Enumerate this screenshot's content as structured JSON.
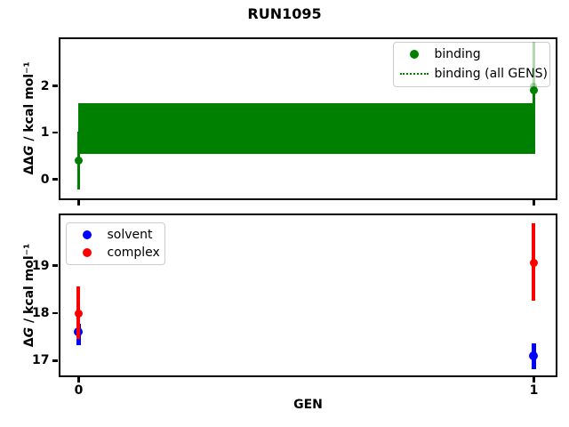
{
  "title": "RUN1095",
  "colors": {
    "binding": "#008000",
    "binding_faded": "rgba(0,128,0,0.3)",
    "solvent": "#0000ff",
    "complex": "#ff0000",
    "spine": "#000000",
    "legend_border": "#cccccc"
  },
  "top_plot": {
    "ylabel": {
      "sym_prefix": "ΔΔ",
      "sym_var": "G",
      "unit": " / kcal mol⁻¹"
    },
    "legend": {
      "items": [
        {
          "label": "binding",
          "marker": "dot"
        },
        {
          "label": "binding (all GENS)",
          "marker": "dotted-line"
        }
      ]
    }
  },
  "bottom_plot": {
    "ylabel": {
      "sym_prefix": "Δ",
      "sym_var": "G",
      "unit": " / kcal mol⁻¹"
    },
    "xlabel": "GEN",
    "legend": {
      "items": [
        {
          "label": "solvent",
          "marker": "dot"
        },
        {
          "label": "complex",
          "marker": "dot"
        }
      ]
    }
  },
  "chart_data": [
    {
      "type": "scatter",
      "subplot": "top",
      "title": "RUN1095",
      "xlabel": "",
      "ylabel": "ΔΔG / kcal mol⁻¹",
      "xlim": [
        -0.041,
        1.047
      ],
      "ylim": [
        -0.4,
        3.01
      ],
      "xticks": [
        0,
        1
      ],
      "xticklabels": [],
      "yticks": [
        0,
        1,
        2
      ],
      "yticklabels": [
        "0",
        "1",
        "2"
      ],
      "grid": false,
      "legend_position": "upper right",
      "series": [
        {
          "name": "binding (all GENS)",
          "type": "band",
          "color": "#008000",
          "x_range": [
            0,
            1
          ],
          "y_lo": 0.55,
          "y_hi": 1.62,
          "center": 1.08
        },
        {
          "name": "binding",
          "type": "errorbar",
          "color": "#008000",
          "points": [
            {
              "x": 0,
              "y": 0.4,
              "err_lo": 0.62,
              "err_hi": 0.62,
              "z": 2
            },
            {
              "x": 1,
              "y": 1.91,
              "err_lo": 1.36,
              "err_hi": 0.0,
              "z": 4
            }
          ]
        },
        {
          "name": "binding-faded",
          "type": "errorbar",
          "color": "rgba(0,128,0,0.3)",
          "points": [
            {
              "x": 1,
              "y": 1.99,
              "err_lo": 0.0,
              "err_hi": 0.96,
              "z": 5
            }
          ]
        }
      ]
    },
    {
      "type": "scatter",
      "subplot": "bottom",
      "title": "",
      "xlabel": "GEN",
      "ylabel": "ΔG / kcal mol⁻¹",
      "xlim": [
        -0.041,
        1.047
      ],
      "ylim": [
        16.7,
        20.07
      ],
      "xticks": [
        0,
        1
      ],
      "xticklabels": [
        "0",
        "1"
      ],
      "yticks": [
        17,
        18,
        19
      ],
      "yticklabels": [
        "17",
        "18",
        "19"
      ],
      "grid": false,
      "legend_position": "upper left",
      "series": [
        {
          "name": "solvent",
          "type": "errorbar",
          "color": "#0000ff",
          "points": [
            {
              "x": 0,
              "y": 17.6,
              "err_lo": 0.27,
              "err_hi": 0.18
            },
            {
              "x": 1,
              "y": 17.11,
              "err_lo": 0.28,
              "err_hi": 0.25
            }
          ]
        },
        {
          "name": "complex",
          "type": "errorbar",
          "color": "#ff0000",
          "points": [
            {
              "x": 0,
              "y": 18.0,
              "err_lo": 0.55,
              "err_hi": 0.57
            },
            {
              "x": 1,
              "y": 19.05,
              "err_lo": 0.78,
              "err_hi": 0.85
            }
          ]
        }
      ]
    }
  ]
}
